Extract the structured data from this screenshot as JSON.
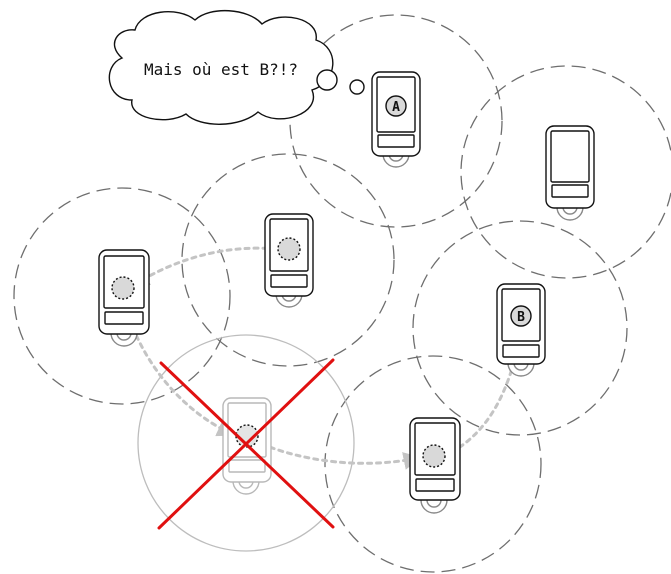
{
  "thought": {
    "text": "Mais où est B?!?"
  },
  "nodes": [
    {
      "id": "A",
      "label": "A",
      "state": "active",
      "marker": "label"
    },
    {
      "id": "top-right",
      "label": "",
      "state": "active",
      "marker": "none"
    },
    {
      "id": "center",
      "label": "",
      "state": "active",
      "marker": "dotted"
    },
    {
      "id": "left",
      "label": "",
      "state": "active",
      "marker": "dotted"
    },
    {
      "id": "B",
      "label": "B",
      "state": "active",
      "marker": "label"
    },
    {
      "id": "failed",
      "label": "",
      "state": "failed",
      "marker": "dotted"
    },
    {
      "id": "bottom",
      "label": "",
      "state": "active",
      "marker": "dotted"
    }
  ],
  "colors": {
    "device_stroke": "#111111",
    "faded_stroke": "#b8b8b8",
    "range_stroke": "#6e6e6e",
    "path_stroke": "#c4c4c4",
    "cross": "#e01010",
    "marker_fill": "#d9d9d9"
  }
}
